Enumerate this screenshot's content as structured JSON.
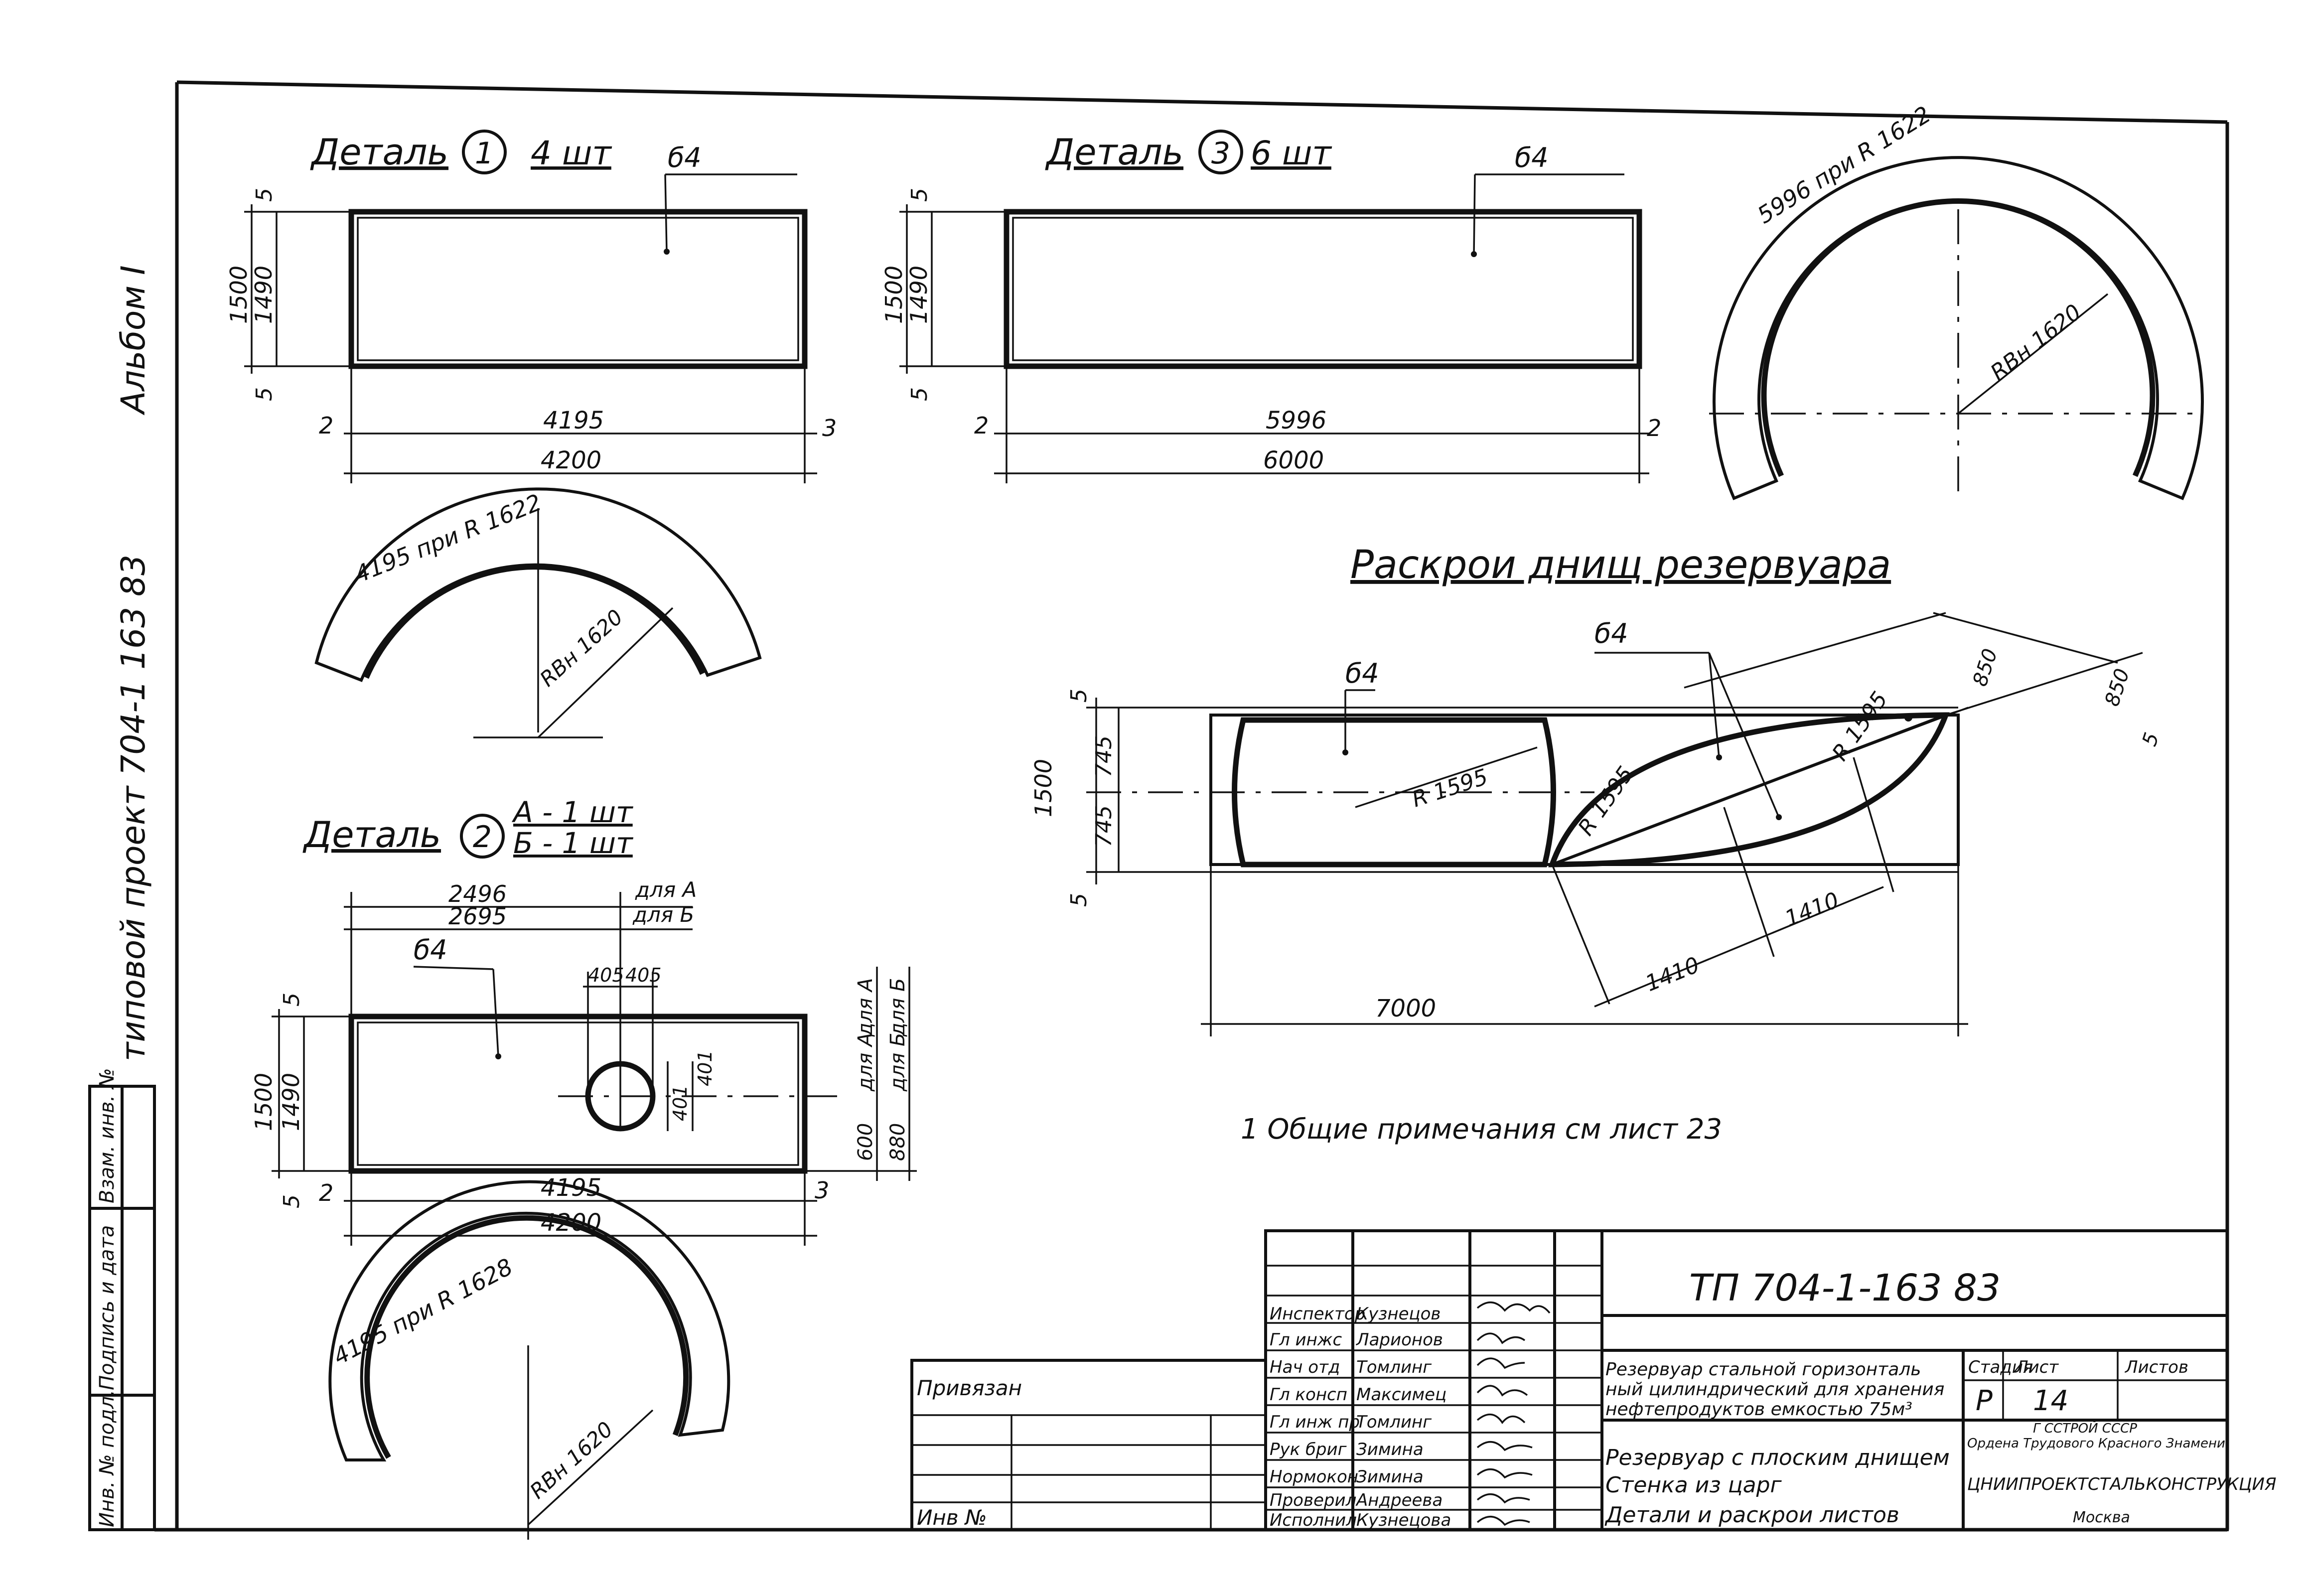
{
  "side": {
    "album": "Альбом I",
    "project": "типовой проект 704-1 163 83",
    "stamp_cells": [
      "Инв. № подл.",
      "Подпись и дата",
      "Взам. инв. №"
    ]
  },
  "detail1": {
    "title": "Деталь",
    "number": "1",
    "qty": "4 шт",
    "thickness": "б4",
    "dims": {
      "top_gap": "5",
      "height_total": "1500",
      "height_inner": "1490",
      "bottom_gap": "5",
      "left_gap": "2",
      "length_inner": "4195",
      "right_gap": "3",
      "length_total": "4200"
    }
  },
  "detail3": {
    "title": "Деталь",
    "number": "3",
    "qty": "6 шт",
    "thickness": "б4",
    "dims": {
      "top_gap": "5",
      "height_total": "1500",
      "height_inner": "1490",
      "bottom_gap": "5",
      "left_gap": "2",
      "length_inner": "5996",
      "right_gap": "2",
      "length_total": "6000"
    },
    "arc_note": "5996 при R 1622",
    "radius": "RВн 1620"
  },
  "arc1": {
    "note": "4195 при R 1622",
    "radius": "RВн 1620"
  },
  "detail2": {
    "title": "Деталь",
    "number": "2",
    "qty_a": "А - 1 шт",
    "qty_b": "Б - 1 шт",
    "thickness": "б4",
    "dims": {
      "len_a": "2496",
      "len_b": "2695",
      "for_a": "для А",
      "for_b": "для Б",
      "hole_left": "405",
      "hole_right": "405",
      "hole_up": "401",
      "hole_down": "401",
      "top_gap": "5",
      "height_total": "1500",
      "height_inner": "1490",
      "bottom_gap": "5",
      "left_gap": "2",
      "length_inner": "4195",
      "right_gap": "3",
      "length_total": "4200",
      "hole_h_a": "600",
      "hole_h_b": "880"
    }
  },
  "arc2": {
    "note": "4195 при R 1628",
    "radius": "RВн 1620"
  },
  "cutting": {
    "title": "Раскрои днищ резервуара",
    "thickness_left": "б4",
    "thickness_right": "б4",
    "r_left": "R 1595",
    "r_mid": "R 1595",
    "r_right": "R 1595",
    "dims": {
      "top_gap": "5",
      "total_h": "1500",
      "half_top": "745",
      "half_bottom": "745",
      "bottom_gap": "5",
      "length": "7000",
      "d1": "1410",
      "d2": "1410",
      "right_a": "850",
      "right_b": "850",
      "right_gap": "5"
    }
  },
  "note": "1 Общие примечания см лист 23",
  "title_block": {
    "doc_code": "ТП 704-1-163 83",
    "roles": [
      "Инспектор",
      "Гл инжс",
      "Нач отд",
      "Гл консп",
      "Гл инж пр",
      "Рук бриг",
      "Нормокон",
      "Проверил",
      "Исполнил"
    ],
    "names": [
      "Кузнецов",
      "Ларионов",
      "Томлинг",
      "Максимец",
      "Томлинг",
      "Зимина",
      "Зимина",
      "Андреева",
      "Кузнецова"
    ],
    "privyazan": "Привязан",
    "inv": "Инв №",
    "object_1": "Резервуар стальной горизонталь",
    "object_2": "ный цилиндрический для хранения",
    "object_3": "нефтепродуктов емкостью 75м³",
    "subject_1": "Резервуар с плоским днищем",
    "subject_2": "Стенка из царг",
    "subject_3": "Детали и раскрои листов",
    "stage_label": "Стадия",
    "sheet_label": "Лист",
    "sheets_label": "Листов",
    "stage": "Р",
    "sheet": "14",
    "org_1": "Г ССТРОЙ СССР",
    "org_2": "Ордена Трудового Красного Знамени",
    "org_3": "ЦНИИПРОЕКТСТАЛЬКОНСТРУКЦИЯ",
    "org_4": "Москва"
  }
}
